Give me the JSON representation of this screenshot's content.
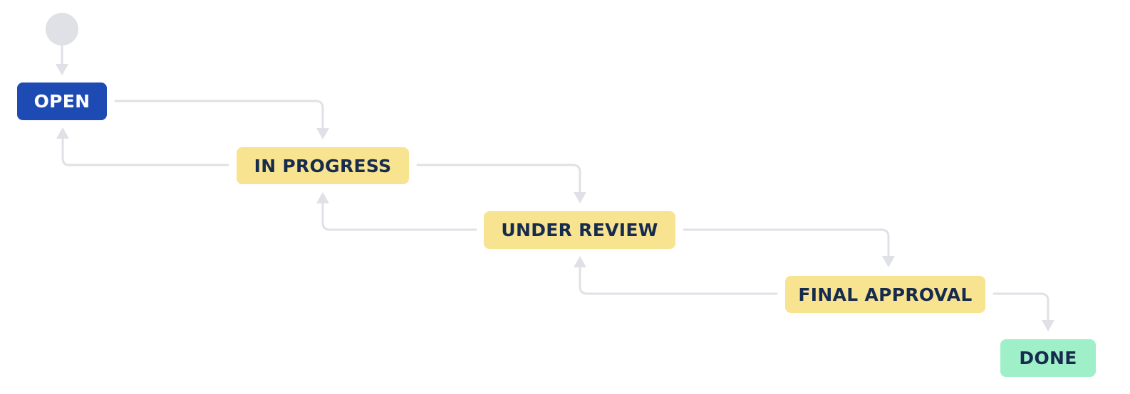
{
  "colors": {
    "connector": "#dfe1e6",
    "start": "#dfe1e6",
    "todo_bg": "#1e4bb3",
    "todo_text": "#ffffff",
    "inprogress_bg": "#f8e391",
    "inprogress_text": "#172b4d",
    "done_bg": "#9ff0c8",
    "done_text": "#172b4d"
  },
  "workflow": {
    "statuses": [
      {
        "id": "open",
        "label": "OPEN",
        "category": "todo"
      },
      {
        "id": "in_progress",
        "label": "IN PROGRESS",
        "category": "inprogress"
      },
      {
        "id": "under_review",
        "label": "UNDER REVIEW",
        "category": "inprogress"
      },
      {
        "id": "final_approval",
        "label": "FINAL APPROVAL",
        "category": "inprogress"
      },
      {
        "id": "done",
        "label": "DONE",
        "category": "done"
      }
    ],
    "transitions": [
      {
        "from": "start",
        "to": "open"
      },
      {
        "from": "open",
        "to": "in_progress"
      },
      {
        "from": "in_progress",
        "to": "open"
      },
      {
        "from": "in_progress",
        "to": "under_review"
      },
      {
        "from": "under_review",
        "to": "in_progress"
      },
      {
        "from": "under_review",
        "to": "final_approval"
      },
      {
        "from": "final_approval",
        "to": "under_review"
      },
      {
        "from": "final_approval",
        "to": "done"
      }
    ]
  }
}
